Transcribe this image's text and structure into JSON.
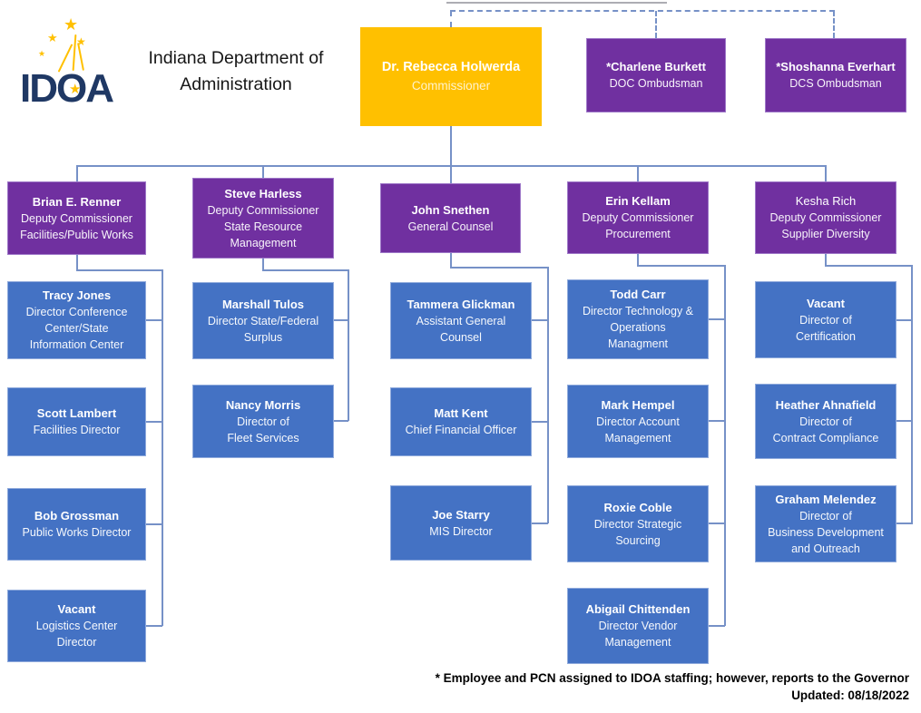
{
  "header": {
    "logo_text": "IDOA",
    "star_glyph": "★",
    "title_line1": "Indiana Department of",
    "title_line2": "Administration"
  },
  "colors": {
    "commissioner_fill": "#FFC000",
    "deputy_fill": "#7030A0",
    "director_fill": "#4472C4",
    "connector": "#7691c7",
    "logo_navy": "#1F3864"
  },
  "org": {
    "root": {
      "name": "Dr. Rebecca Holwerda",
      "title": "Commissioner"
    },
    "ombudsmen": [
      {
        "name": "*Charlene Burkett",
        "title": "DOC Ombudsman"
      },
      {
        "name": "*Shoshanna Everhart",
        "title": "DCS Ombudsman"
      }
    ],
    "columns": [
      {
        "head": {
          "name": "Brian E. Renner",
          "title": "Deputy Commissioner\nFacilities/Public Works"
        },
        "children": [
          {
            "name": "Tracy Jones",
            "title": "Director Conference\nCenter/State\nInformation Center"
          },
          {
            "name": "Scott Lambert",
            "title": "Facilities Director"
          },
          {
            "name": "Bob Grossman",
            "title": "Public Works Director"
          },
          {
            "name": "Vacant",
            "title": "Logistics Center\nDirector"
          }
        ]
      },
      {
        "head": {
          "name": "Steve Harless",
          "title": "Deputy Commissioner\nState Resource\nManagement"
        },
        "children": [
          {
            "name": "Marshall Tulos",
            "title": "Director State/Federal\nSurplus"
          },
          {
            "name": "Nancy Morris",
            "title": "Director of\nFleet Services"
          }
        ]
      },
      {
        "head": {
          "name": "John Snethen",
          "title": "General Counsel"
        },
        "children": [
          {
            "name": "Tammera Glickman",
            "title": "Assistant General\nCounsel"
          },
          {
            "name": "Matt Kent",
            "title": "Chief Financial Officer"
          },
          {
            "name": "Joe Starry",
            "title": "MIS Director"
          }
        ]
      },
      {
        "head": {
          "name": "Erin Kellam",
          "title": "Deputy Commissioner\nProcurement"
        },
        "children": [
          {
            "name": "Todd Carr",
            "title": "Director Technology &\nOperations\nManagment"
          },
          {
            "name": "Mark Hempel",
            "title": "Director Account\nManagement"
          },
          {
            "name": "Roxie Coble",
            "title": "Director Strategic\nSourcing"
          },
          {
            "name": "Abigail Chittenden",
            "title": "Director Vendor\nManagement"
          }
        ]
      },
      {
        "head": {
          "name": "Kesha Rich",
          "title": "Deputy Commissioner\nSupplier Diversity"
        },
        "children": [
          {
            "name": "Vacant",
            "title": "Director of\nCertification"
          },
          {
            "name": "Heather Ahnafield",
            "title": "Director of\nContract Compliance"
          },
          {
            "name": "Graham Melendez",
            "title": "Director of\nBusiness Development\nand Outreach"
          }
        ]
      }
    ]
  },
  "footer": {
    "note": "* Employee and PCN assigned to IDOA staffing; however, reports to the Governor",
    "updated": "Updated: 08/18/2022"
  }
}
